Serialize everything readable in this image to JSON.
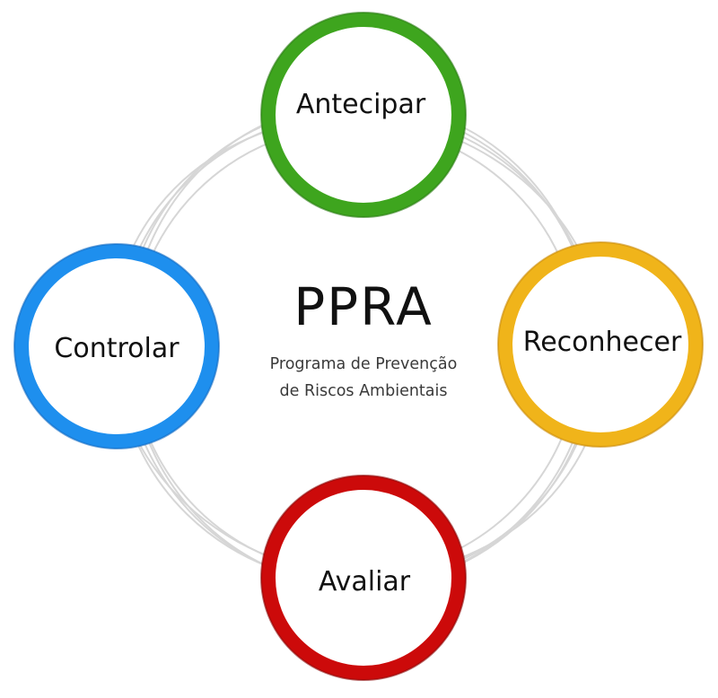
{
  "diagram": {
    "center": {
      "title": "PPRA",
      "subtitle_line1": "Programa de Prevenção",
      "subtitle_line2": "de Riscos Ambientais"
    },
    "nodes": [
      {
        "id": "antecipar",
        "label": "Antecipar",
        "color": "#3ea51e",
        "shade": "#2a7c12"
      },
      {
        "id": "reconhecer",
        "label": "Reconhecer",
        "color": "#f0b41a",
        "shade": "#c98a08"
      },
      {
        "id": "avaliar",
        "label": "Avaliar",
        "color": "#cc0a0a",
        "shade": "#8c0606"
      },
      {
        "id": "controlar",
        "label": "Controlar",
        "color": "#1e8fee",
        "shade": "#1169c2"
      }
    ],
    "ring_color": "#d6d6d6"
  }
}
